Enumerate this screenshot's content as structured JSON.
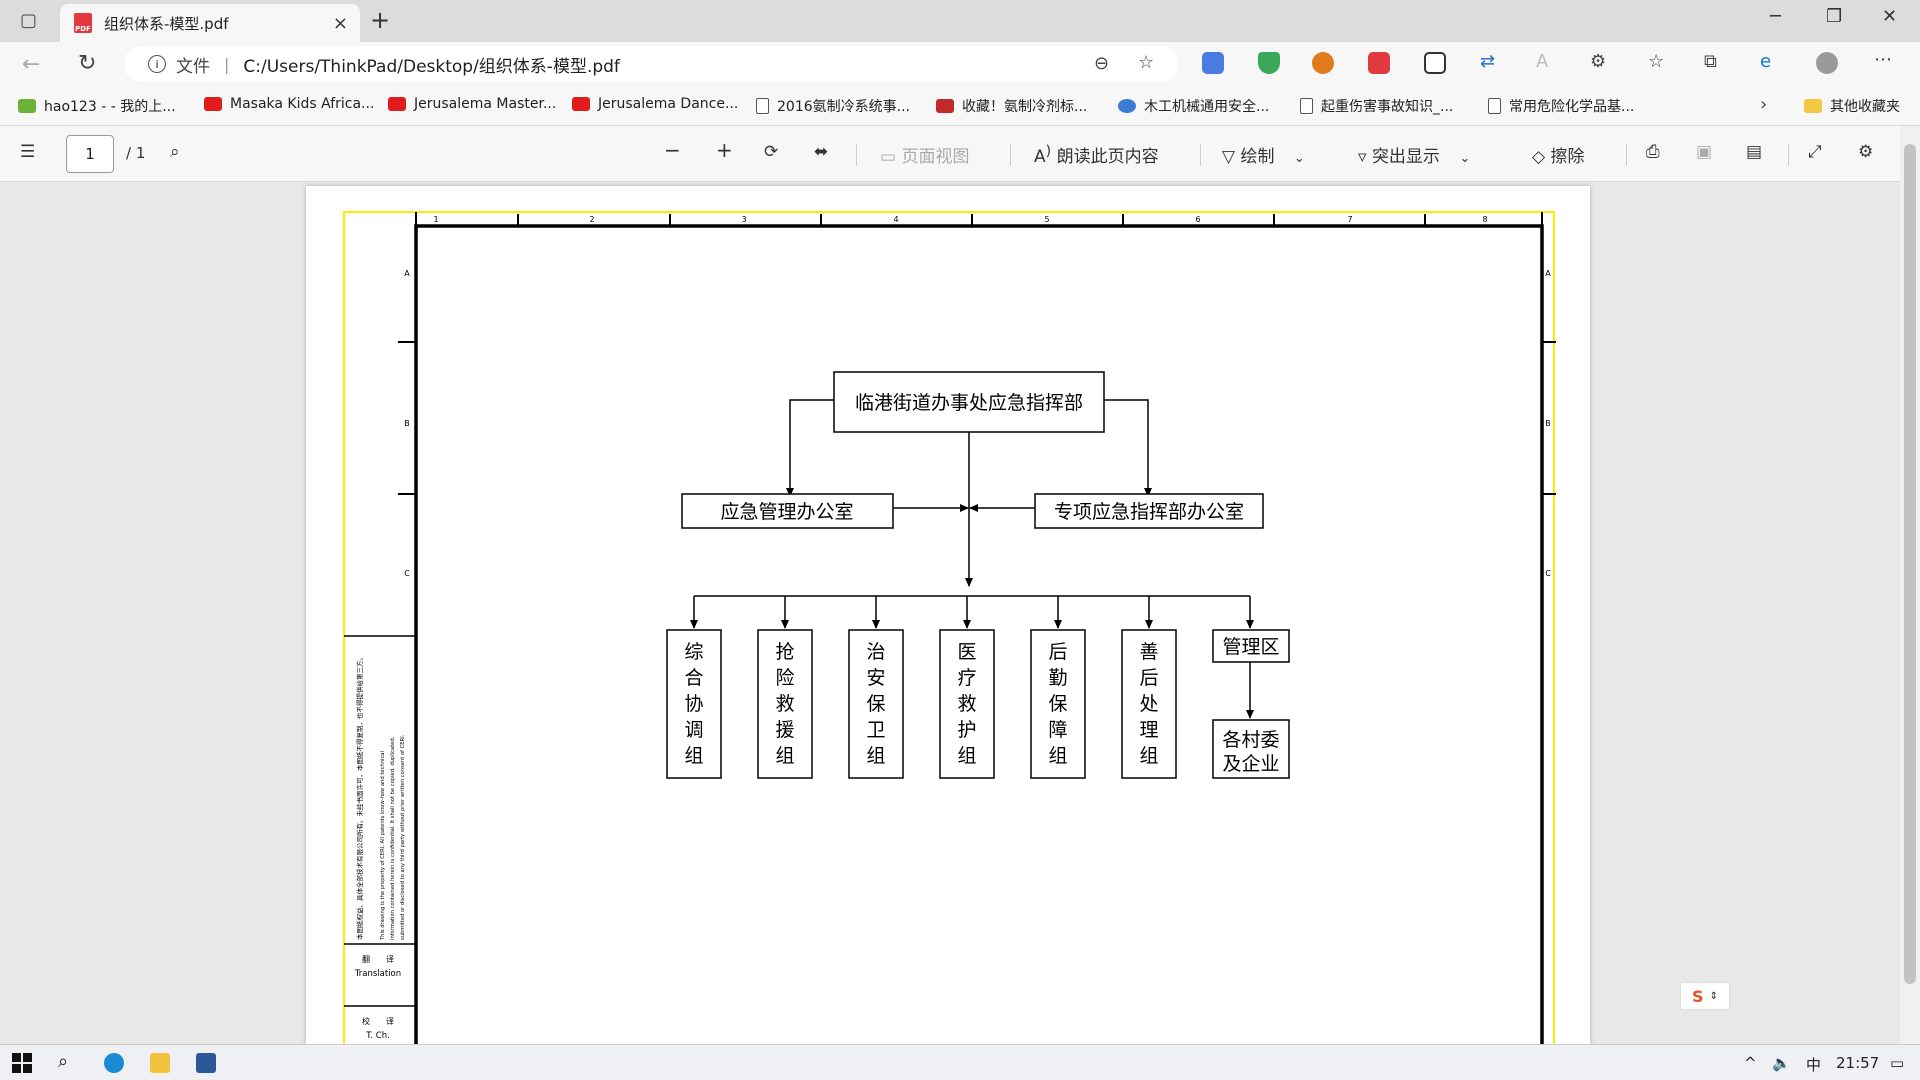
{
  "tab": {
    "title": "组织体系-模型.pdf",
    "close": "×",
    "new": "+"
  },
  "window": {
    "minimize": "─",
    "maximize": "❐",
    "close": "✕"
  },
  "address": {
    "file_label": "文件",
    "separator": "|",
    "url": "C:/Users/ThinkPad/Desktop/组织体系-模型.pdf"
  },
  "bookmarks": [
    {
      "label": "hao123 - - 我的上...",
      "icon": "hao123-icon"
    },
    {
      "label": "Masaka Kids Africa...",
      "icon": "youtube-icon"
    },
    {
      "label": "Jerusalema Master...",
      "icon": "youtube-icon"
    },
    {
      "label": "Jerusalema Dance...",
      "icon": "youtube-icon"
    },
    {
      "label": "2016氨制冷系统事...",
      "icon": "document-icon"
    },
    {
      "label": "收藏！氨制冷剂标...",
      "icon": "site-icon"
    },
    {
      "label": "木工机械通用安全...",
      "icon": "globe-icon"
    },
    {
      "label": "起重伤害事故知识_...",
      "icon": "document-icon"
    },
    {
      "label": "常用危险化学品基...",
      "icon": "document-icon"
    }
  ],
  "other_favorites": "其他收藏夹",
  "pdf_toolbar": {
    "page": "1",
    "total": "/ 1",
    "page_view": "页面视图",
    "read_aloud": "朗读此页内容",
    "draw": "绘制",
    "highlight": "突出显示",
    "erase": "擦除"
  },
  "drawing": {
    "col_numbers": [
      "1",
      "2",
      "3",
      "4",
      "5",
      "6",
      "7",
      "8"
    ],
    "row_letters": [
      "A",
      "B",
      "C"
    ],
    "side_cn": "本图纸权益、具体全部技术有限公司所有。未经书面许可，本图纸不得复制，也不得提供给第三方。",
    "side_en": "This drawing is the property of CERI. All patents know-how and technical information contained herein is confidential. It shall not be copied, duplicated, submitted or disclosed to any third party without prior written consent of CERI.",
    "translation_cn": "翻　　译",
    "translation_en": "Translation",
    "check_cn": "校　　译",
    "check_en": "T. Ch."
  },
  "org": {
    "top": "临港街道办事处应急指挥部",
    "left_office": "应急管理办公室",
    "right_office": "专项应急指挥部办公室",
    "groups": [
      "综合协调组",
      "抢险救援组",
      "治安保卫组",
      "医疗救护组",
      "后勤保障组",
      "善后处理组"
    ],
    "district": "管理区",
    "villages": [
      "各村委",
      "及企业"
    ]
  },
  "taskbar": {
    "time": "21:57"
  },
  "colors": {
    "tab_bg": "#dcdcdc",
    "accent": "#0b57d0",
    "page_border_yellow": "#f5f000"
  }
}
